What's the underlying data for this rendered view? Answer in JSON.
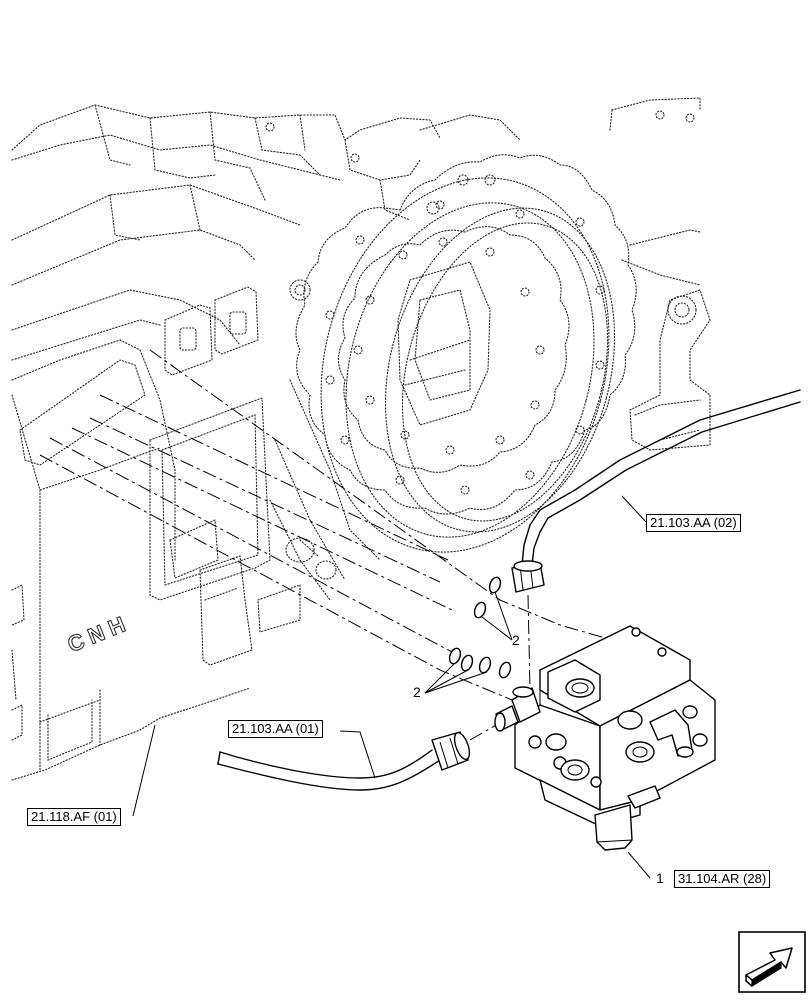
{
  "references": {
    "fuel_line_upper": "21.103.AA (02)",
    "fuel_line_lower": "21.103.AA (01)",
    "transmission_housing": "21.118.AF (01)",
    "pump_assembly": "31.104.AR (28)"
  },
  "item_numbers": {
    "pump": "1",
    "seal_upper": "2",
    "seal_lower": "2"
  },
  "housing_logo": "CNH",
  "nav_icon": "arrow-next-page-icon"
}
